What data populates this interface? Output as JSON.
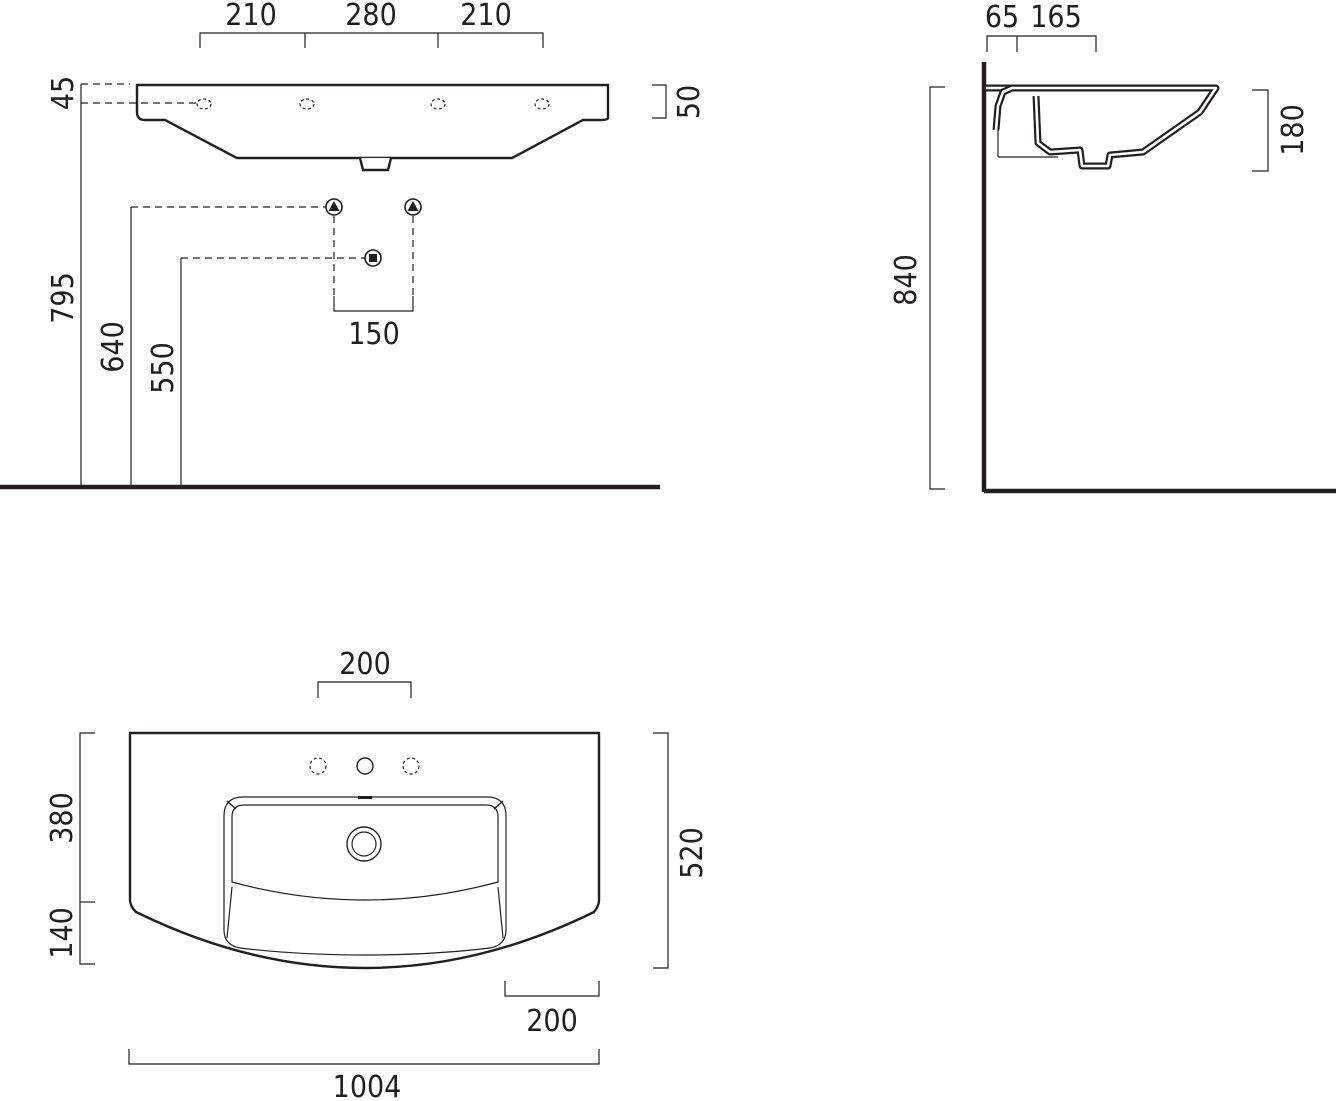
{
  "colors": {
    "line": "#231f20",
    "background": "#ffffff"
  },
  "front_view": {
    "top_spacing": [
      "210",
      "280",
      "210"
    ],
    "slab_top": "45",
    "slab_thickness": "50",
    "overall_height": "795",
    "supply_height": "640",
    "waste_height": "550",
    "supply_spacing": "150"
  },
  "side_view": {
    "wall_gap": "65",
    "bowl_offset": "165",
    "height": "840",
    "bowl_depth": "180"
  },
  "plan_view": {
    "tap_spacing": "200",
    "depth_straight": "380",
    "depth_curve": "140",
    "total_depth": "520",
    "corner_width": "200",
    "total_width": "1004"
  }
}
